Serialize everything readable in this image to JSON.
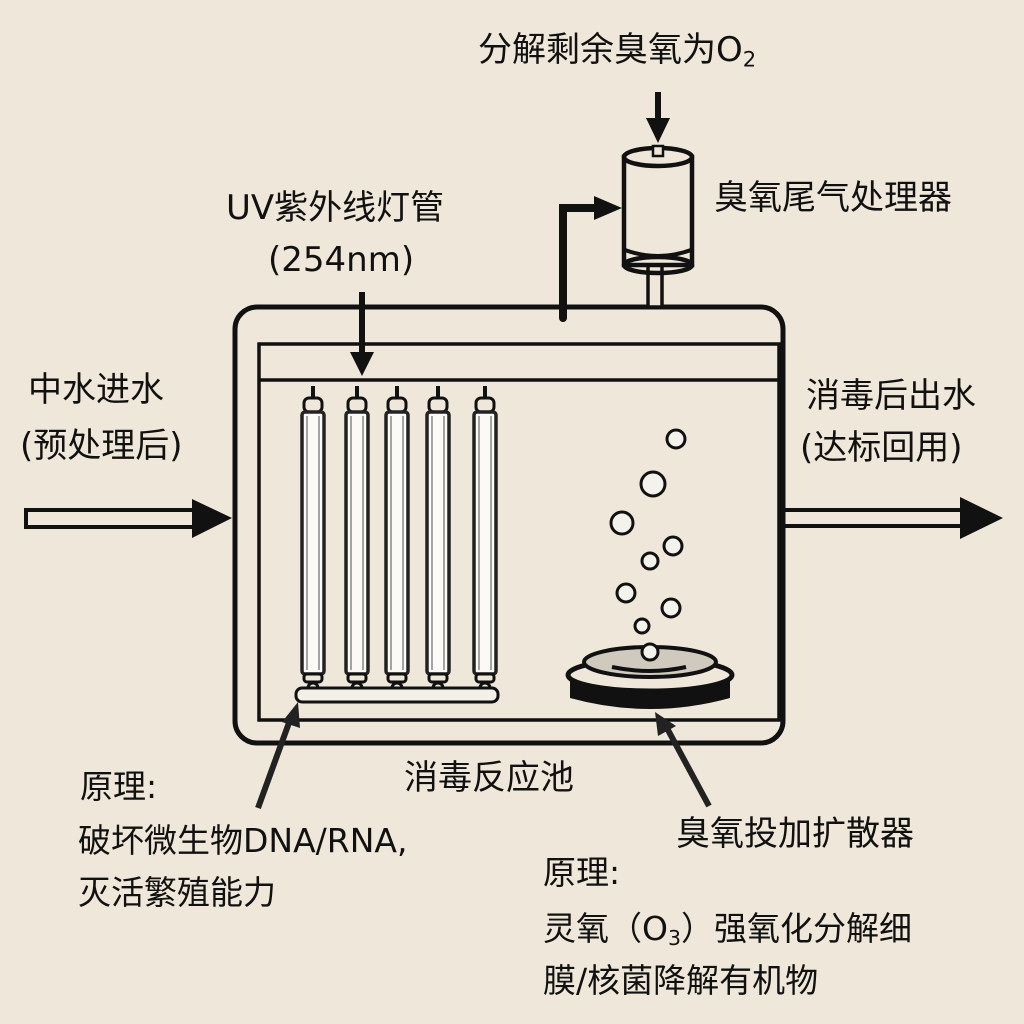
{
  "colors": {
    "background": "#efe8da",
    "ink": "#111111",
    "tube_fill": "#fbfaf6",
    "bubble_fill": "#f4f2ec"
  },
  "labels": {
    "ozone_decompose": {
      "text": "分解剩余臭氧为O",
      "sub": "2"
    },
    "off_gas_unit": "臭氧尾气处理器",
    "uv_lamp_title": "UV紫外线灯管",
    "uv_lamp_wavelength": "(254nm)",
    "inlet_line1": "中水进水",
    "inlet_line2": "(预处理后)",
    "outlet_line1": "消毒后出水",
    "outlet_line2": "(达标回用)",
    "tank": "消毒反应池",
    "diffuser": "臭氧投加扩散器",
    "uv_principle_title": "原理:",
    "uv_principle_line1": "破坏微生物DNA/RNA,",
    "uv_principle_line2": "灭活繁殖能力",
    "ozone_principle_title": "原理:",
    "ozone_principle_line1_a": "灵氧（O",
    "ozone_principle_line1_sub": "3",
    "ozone_principle_line1_b": "）强氧化分解细",
    "ozone_principle_line2": "膜/核菌降解有机物"
  },
  "components": {
    "uv_lamp_count": 5,
    "bubble_count": 9
  }
}
